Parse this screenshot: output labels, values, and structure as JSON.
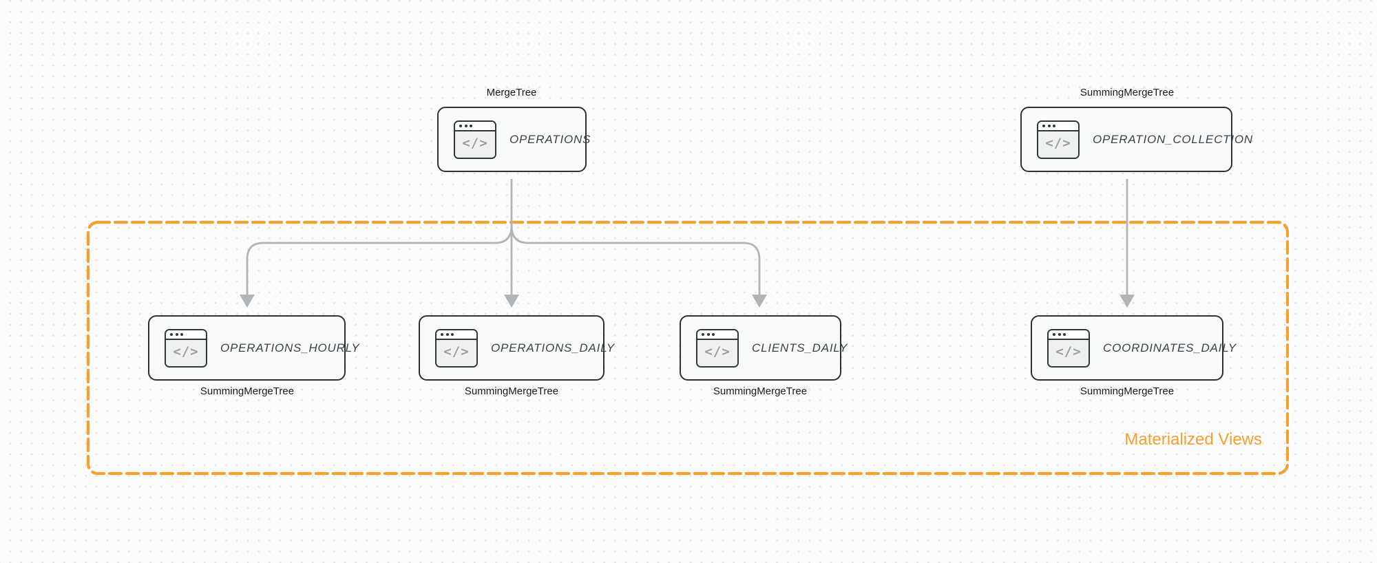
{
  "group": {
    "label": "Materialized Views",
    "border_color": "#f6a02e",
    "label_color": "#f6a02e"
  },
  "icons": {
    "node_icon": "code-window-icon",
    "glyph": "</>"
  },
  "colors": {
    "node_border": "#2b3134",
    "node_fill": "#f8fafa",
    "edge": "#b2b5b7",
    "canvas": "#fbfbfc"
  },
  "nodes": {
    "operations": {
      "title": "OPERATIONS",
      "engine": "MergeTree"
    },
    "operation_collection": {
      "title": "OPERATION_COLLECTION",
      "engine": "SummingMergeTree"
    },
    "operations_hourly": {
      "title": "OPERATIONS_HOURLY",
      "engine": "SummingMergeTree"
    },
    "operations_daily": {
      "title": "OPERATIONS_DAILY",
      "engine": "SummingMergeTree"
    },
    "clients_daily": {
      "title": "CLIENTS_DAILY",
      "engine": "SummingMergeTree"
    },
    "coordinates_daily": {
      "title": "COORDINATES_DAILY",
      "engine": "SummingMergeTree"
    }
  },
  "edges": [
    {
      "from": "OPERATIONS",
      "to": "OPERATIONS_HOURLY"
    },
    {
      "from": "OPERATIONS",
      "to": "OPERATIONS_DAILY"
    },
    {
      "from": "OPERATIONS",
      "to": "CLIENTS_DAILY"
    },
    {
      "from": "OPERATION_COLLECTION",
      "to": "COORDINATES_DAILY"
    }
  ]
}
